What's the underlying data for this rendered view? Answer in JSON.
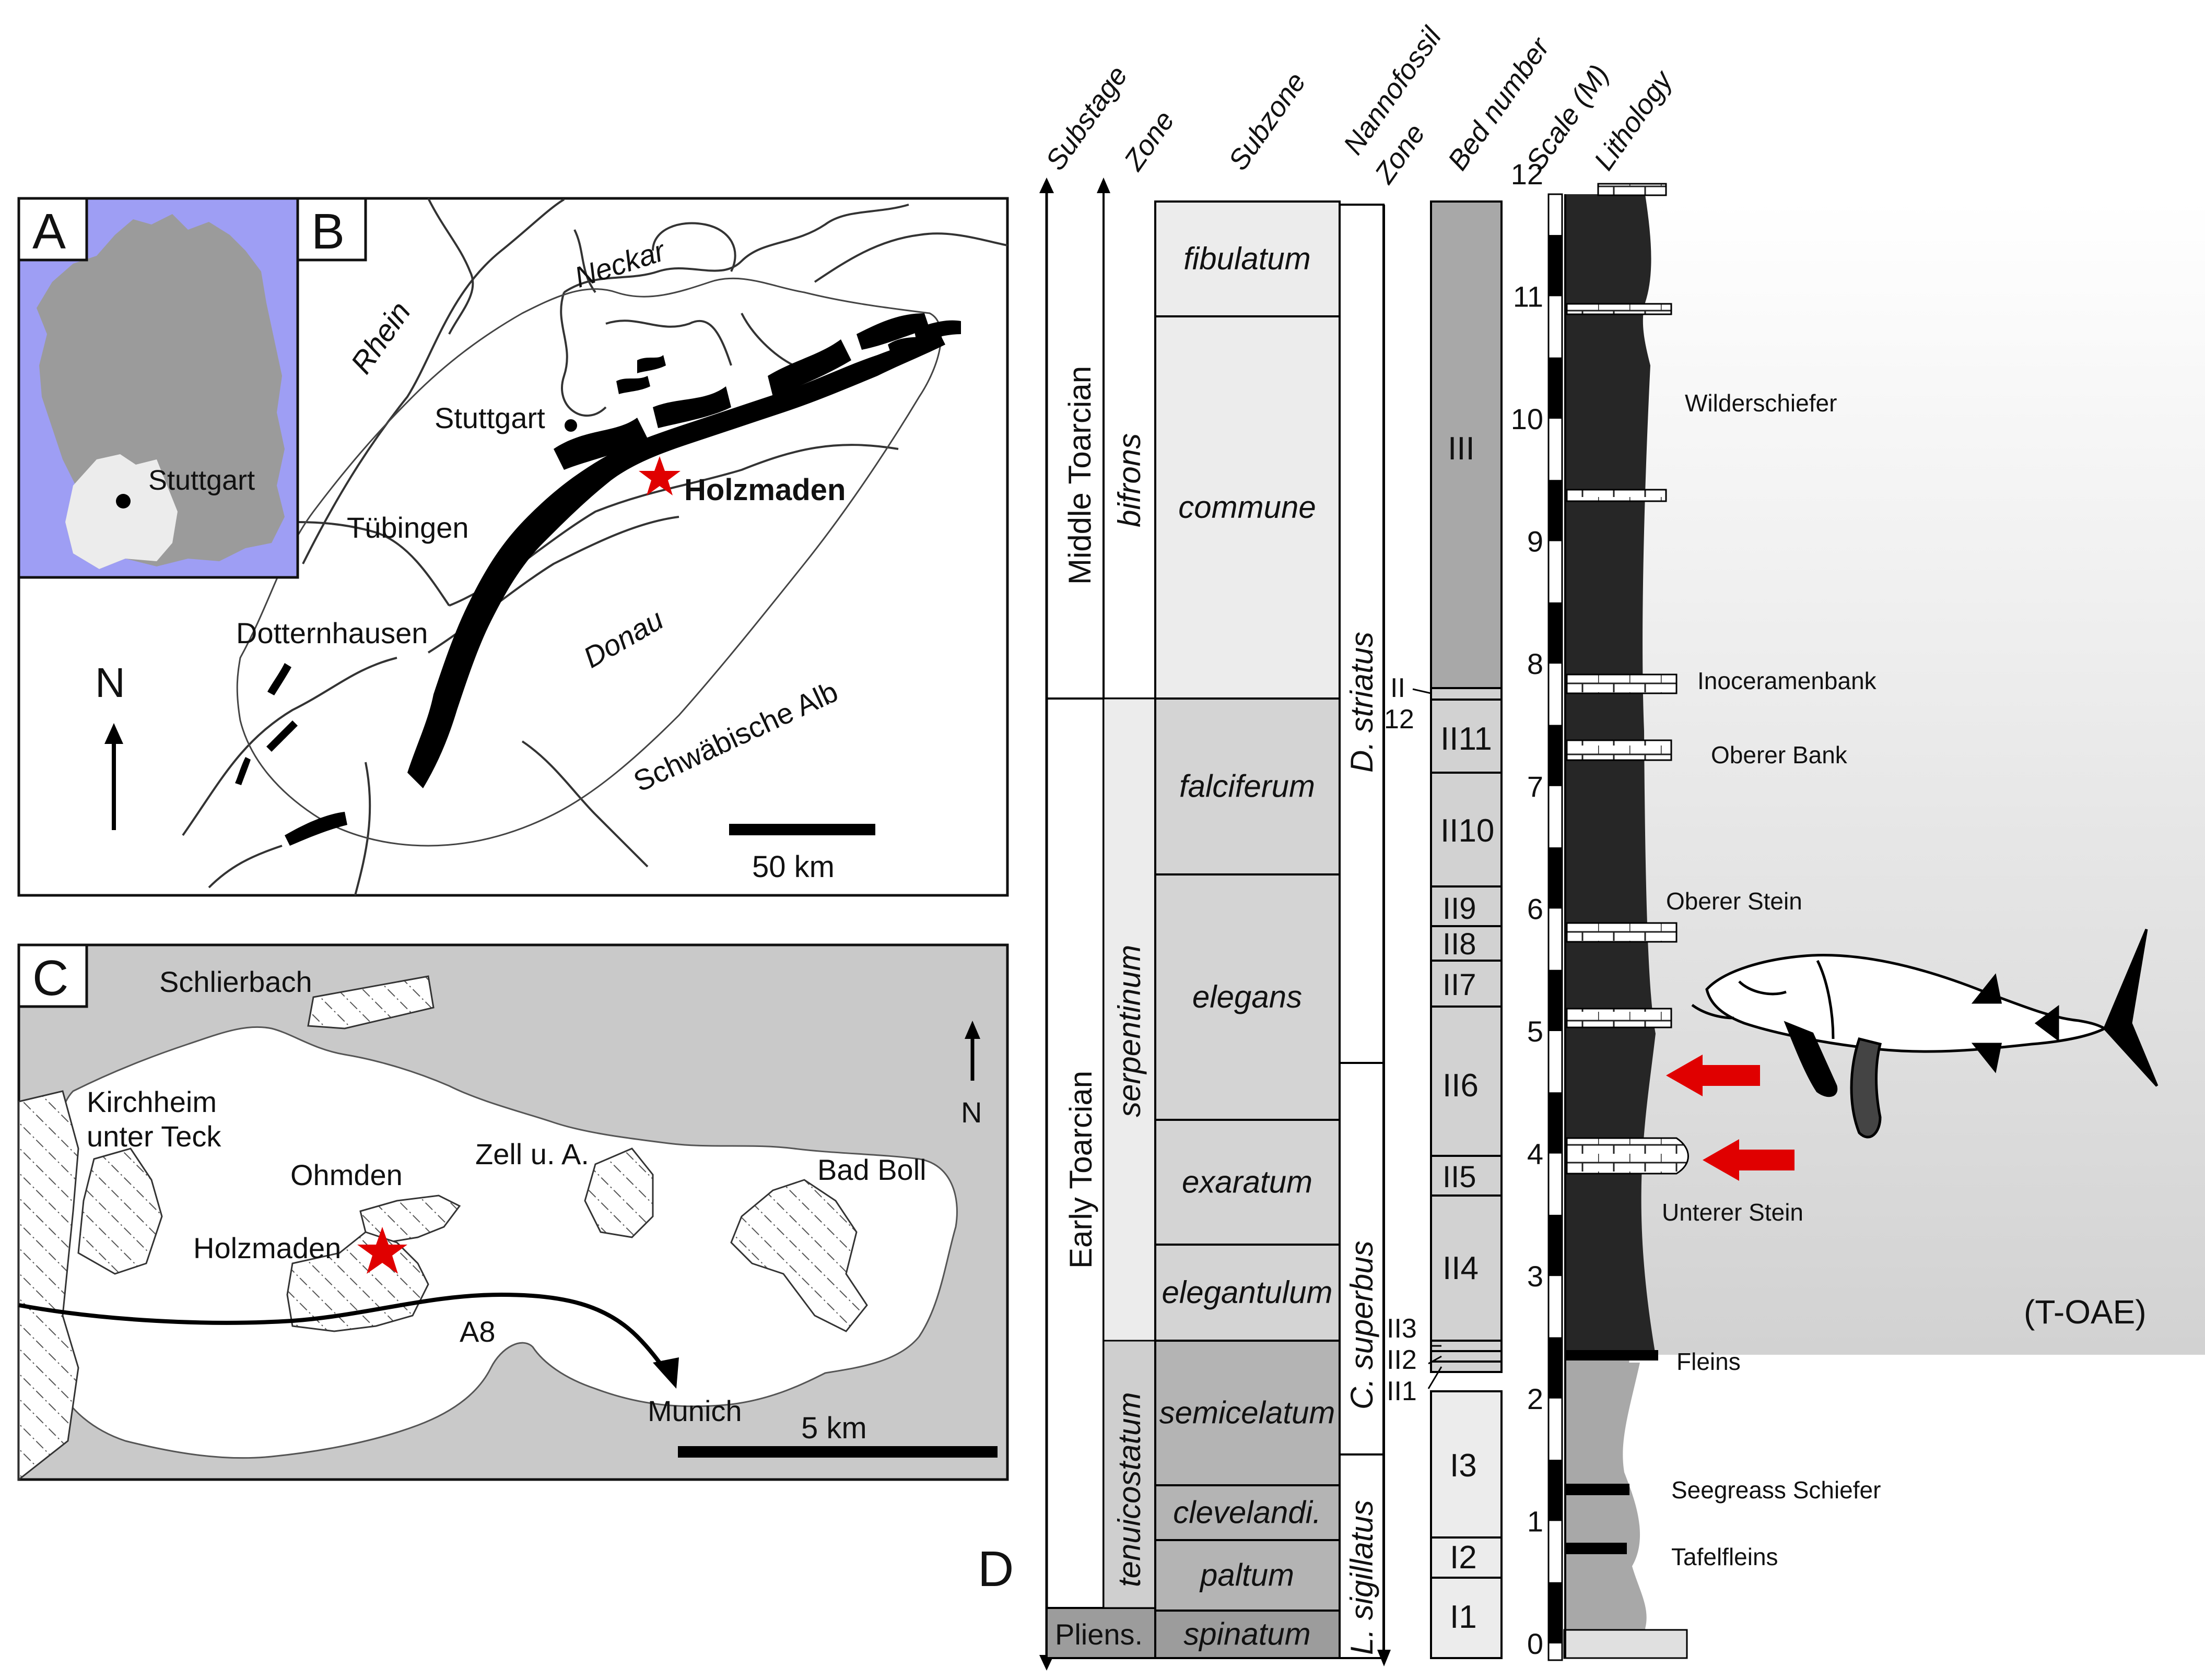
{
  "panels": {
    "a": "A",
    "b": "B",
    "c": "C",
    "d": "D"
  },
  "panel_a": {
    "city": "Stuttgart"
  },
  "panel_b": {
    "rivers": {
      "rhein": "Rhein",
      "neckar": "Neckar",
      "donau": "Donau"
    },
    "cities": {
      "stuttgart": "Stuttgart",
      "tuebingen": "Tübingen",
      "dotternhausen": "Dotternhausen",
      "holzmaden": "Holzmaden"
    },
    "region": "Schwäbische Alb",
    "north": "N",
    "scale": "50 km"
  },
  "panel_c": {
    "places": {
      "schlierbach": "Schlierbach",
      "kirchheim_1": "Kirchheim",
      "kirchheim_2": "unter Teck",
      "ohmden": "Ohmden",
      "zell": "Zell u. A.",
      "badboll": "Bad Boll",
      "holzmaden": "Holzmaden",
      "munich": "Munich"
    },
    "road": "A8",
    "north": "N",
    "scale": "5 km"
  },
  "panel_d": {
    "headers": {
      "substage": "Substage",
      "zone": "Zone",
      "subzone": "Subzone",
      "nanno_1": "Nannofossil",
      "nanno_2": "Zone",
      "bed": "Bed number",
      "scale": "Scale (M)",
      "lithology": "Lithology"
    },
    "substages": {
      "middle": "Middle Toarcian",
      "early": "Early Toarcian",
      "pliens": "Pliens."
    },
    "zones": {
      "bifrons": "bifrons",
      "serpentinum": "serpentinum",
      "tenuicostatum": "tenuicostatum"
    },
    "subzones": [
      {
        "label": "fibulatum",
        "color": "#ececec"
      },
      {
        "label": "commune",
        "color": "#ececec"
      },
      {
        "label": "falciferum",
        "color": "#d4d4d4"
      },
      {
        "label": "elegans",
        "color": "#d4d4d4"
      },
      {
        "label": "exaratum",
        "color": "#d4d4d4"
      },
      {
        "label": "elegantulum",
        "color": "#d4d4d4"
      },
      {
        "label": "semicelatum",
        "color": "#b4b4b4"
      },
      {
        "label": "clevelandi.",
        "color": "#b4b4b4"
      },
      {
        "label": "paltum",
        "color": "#b4b4b4"
      },
      {
        "label": "spinatum",
        "color": "#9c9c9c"
      }
    ],
    "nannofossil": {
      "striatus": "D. striatus",
      "superbus": "C. superbus",
      "sigillatus": "L. sigillatus"
    },
    "beds": {
      "III": "III",
      "II11": "II11",
      "II10": "II10",
      "II9": "II9",
      "II8": "II8",
      "II7": "II7",
      "II6": "II6",
      "II5": "II5",
      "II4": "II4",
      "I3": "I3",
      "I2": "I2",
      "I1": "I1",
      "II12_a": "II",
      "II12_b": "12",
      "II3": "II3",
      "II2": "II2",
      "II1": "II1"
    },
    "scale_ticks": [
      "0",
      "1",
      "2",
      "3",
      "4",
      "5",
      "6",
      "7",
      "8",
      "9",
      "10",
      "11",
      "12"
    ],
    "layers": {
      "wilderschiefer": "Wilderschiefer",
      "inoceramenbank": "Inoceramenbank",
      "obererbank": "Oberer Bank",
      "obererstein": "Oberer Stein",
      "untererstein": "Unterer Stein",
      "fleins": "Fleins",
      "seegrass": "Seegreass Schiefer",
      "tafelfleins": "Tafelfleins"
    },
    "event": "(T-OAE)",
    "colors": {
      "shale": "#262626",
      "marker": "#e00000"
    }
  }
}
